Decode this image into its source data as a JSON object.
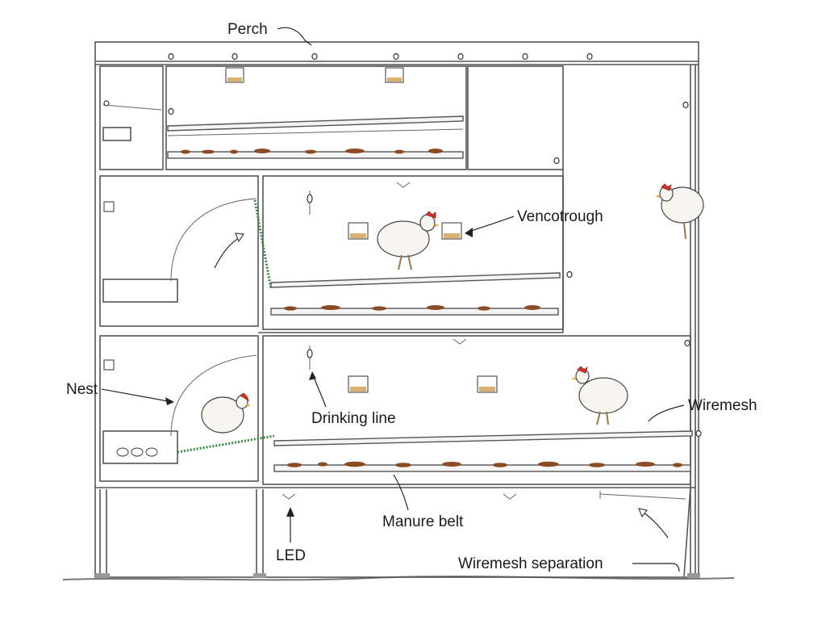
{
  "labels": {
    "perch": "Perch",
    "vencotrough": "Vencotrough",
    "nest": "Nest",
    "drinking_line": "Drinking line",
    "wiremesh": "Wiremesh",
    "manure_belt": "Manure belt",
    "led": "LED",
    "wiremesh_separation": "Wiremesh separation"
  },
  "colors": {
    "manure": "#8a4a22",
    "nest_mesh": "#2f8a3a",
    "hen_comb": "#d9332b"
  }
}
